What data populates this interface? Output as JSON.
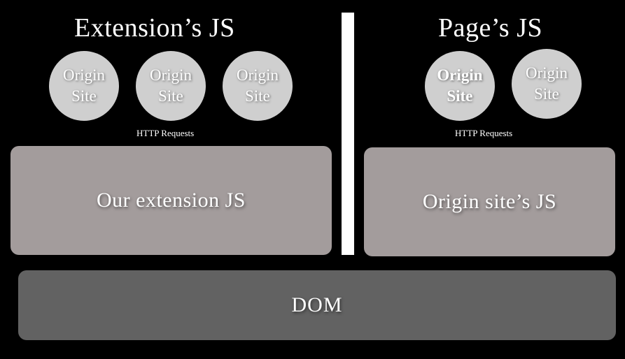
{
  "colors": {
    "background": "#000000",
    "circle": "#cfcfcf",
    "js_box": "#a39c9c",
    "dom_box": "#626262",
    "divider": "#ffffff",
    "text": "#ffffff"
  },
  "left": {
    "title": "Extension’s JS",
    "circles": [
      {
        "line1": "Origin",
        "line2": "Site"
      },
      {
        "line1": "Origin",
        "line2": "Site"
      },
      {
        "line1": "Origin",
        "line2": "Site"
      }
    ],
    "requests_label": "HTTP Requests",
    "box_label": "Our extension JS"
  },
  "right": {
    "title": "Page’s JS",
    "circles": [
      {
        "line1": "Origin",
        "line2": "Site"
      },
      {
        "line1": "Origin",
        "line2": "Site"
      }
    ],
    "requests_label": "HTTP Requests",
    "box_label": "Origin site’s JS"
  },
  "dom": {
    "label": "DOM"
  }
}
